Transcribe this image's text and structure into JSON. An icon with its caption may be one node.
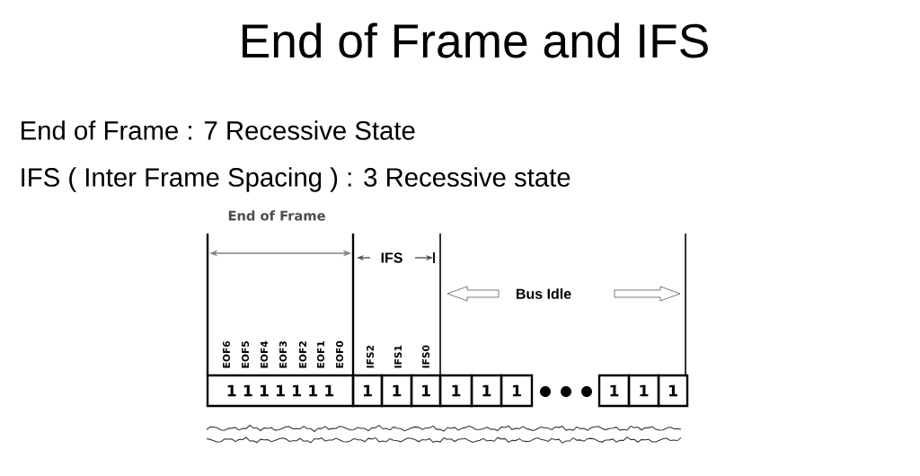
{
  "diagram": {
    "title": "End of Frame and IFS",
    "nodes": [
      {
        "text": [
          "1 1 1 1 1 1 1"
        ]
      },
      {
        "text": [
          "1"
        ]
      },
      {
        "text": [
          "1"
        ]
      },
      {
        "text": [
          "1"
        ]
      },
      {
        "text": [
          "1"
        ]
      },
      {
        "text": [
          "1"
        ]
      },
      {
        "text": [
          "1"
        ]
      },
      {
        "text": [
          "1"
        ]
      },
      {
        "text": [
          "1"
        ]
      },
      {
        "text": [
          "1"
        ]
      }
    ],
    "labels": [
      "End of Frame : 7 Recessive State",
      "IFS ( Inter Frame Spacing ) : 3 Recessive state",
      "End of Frame",
      "IFS",
      "Bus Idle",
      "EOF6",
      "EOF5",
      "EOF4",
      "EOF3",
      "EOF2",
      "EOF1",
      "EOF0",
      "IFS2",
      "IFS1",
      "IFS0"
    ]
  }
}
